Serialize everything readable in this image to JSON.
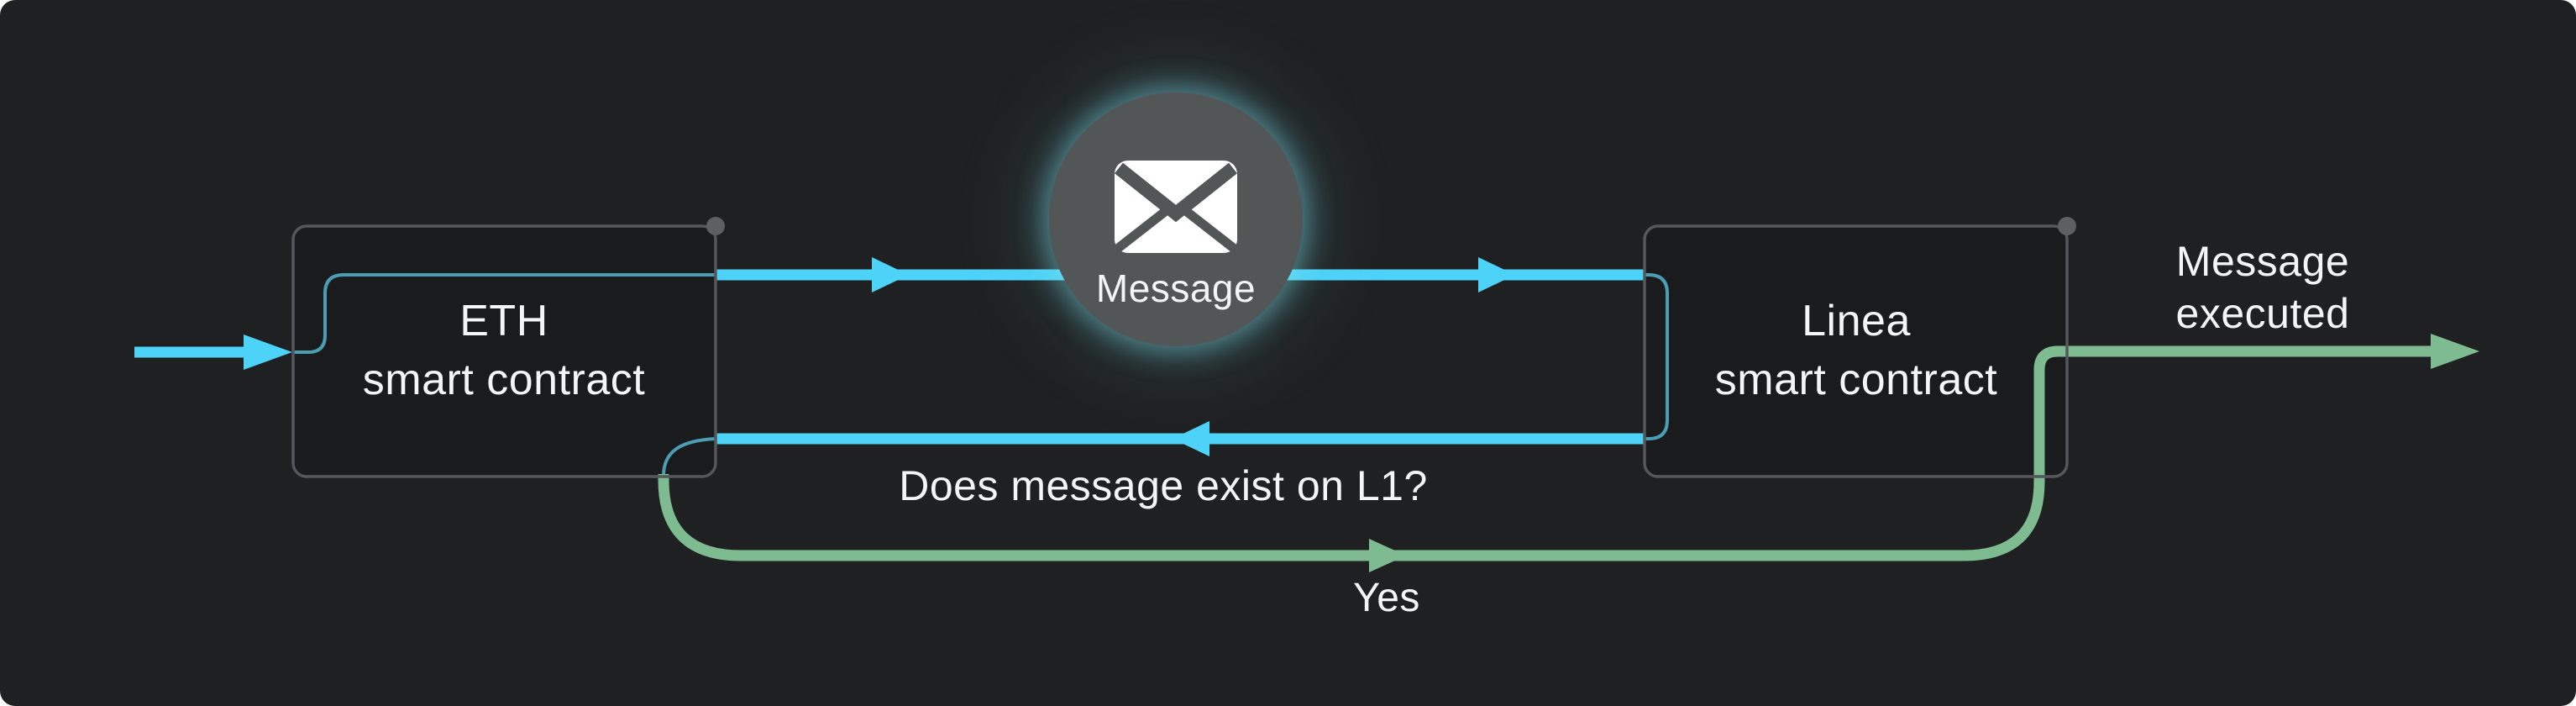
{
  "colors": {
    "bg": "#1f2021",
    "box-fill": "#1a1b1d",
    "box-border": "#54585b",
    "dot": "#5c6062",
    "accent-blue": "#4dd2f8",
    "accent-teal": "#4a9db3",
    "accent-green": "#7fbb90",
    "circle-fill": "#525657",
    "glow": "#7adfec",
    "text": "#f4f5f6"
  },
  "nodes": {
    "eth": {
      "label": "ETH\nsmart contract"
    },
    "linea": {
      "label": "Linea\nsmart contract"
    },
    "message": {
      "label": "Message",
      "icon": "envelope"
    }
  },
  "annotations": {
    "question": "Does message exist on L1?",
    "yes": "Yes",
    "executed": "Message\nexecuted"
  }
}
